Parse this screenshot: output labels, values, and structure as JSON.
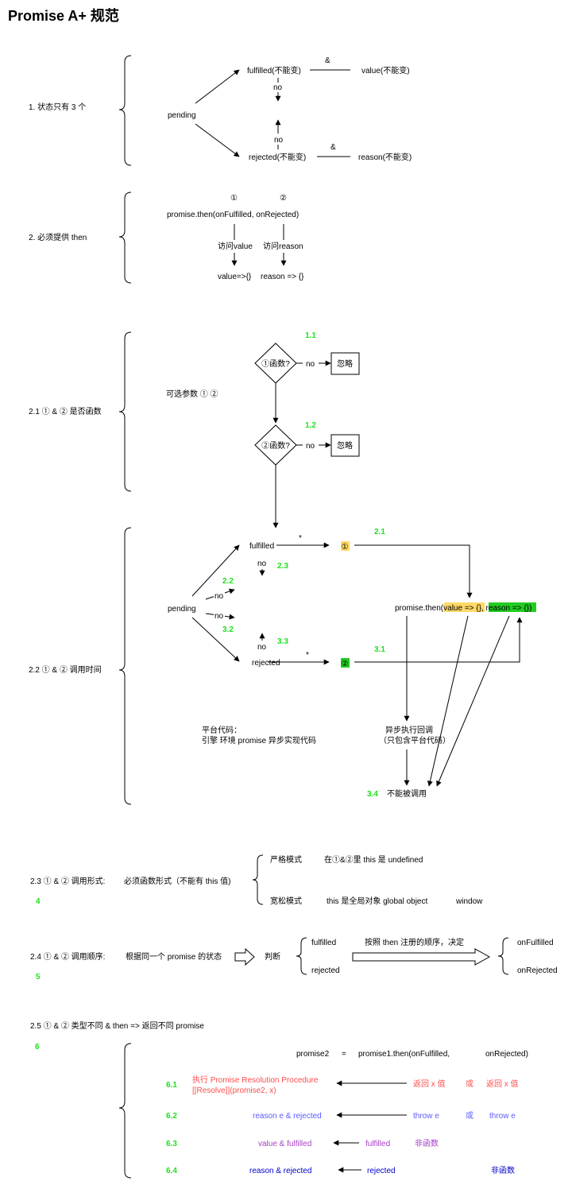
{
  "title": "Promise A+ 规范",
  "s1": {
    "label": "1. 状态只有 3 个",
    "pending": "pending",
    "fulfilled": "fulfilled(不能变)",
    "rejected": "rejected(不能变)",
    "amp": "&",
    "value": "value(不能变)",
    "reason": "reason(不能变)",
    "no": "no"
  },
  "s2": {
    "label": "2. 必须提供 then",
    "c1": "①",
    "c2": "②",
    "then": "promise.then(onFulfilled, onRejected)",
    "visit_value": "访问value",
    "visit_reason": "访问reason",
    "value_fn": "value=>{}",
    "reason_fn": "reason => {}"
  },
  "s21": {
    "label": "2.1 ① & ② 是否函数",
    "optional": "可选参数 ① ②",
    "n11": "1.1",
    "n12": "1.2",
    "d1": "①函数?",
    "d2": "②函数?",
    "no": "no",
    "ignore": "忽略"
  },
  "s22": {
    "label": "2.2 ① & ② 调用时间",
    "pending": "pending",
    "fulfilled": "fulfilled",
    "rejected": "rejected",
    "no": "no",
    "star": "*",
    "n21": "2.1",
    "n22": "2.2",
    "n23": "2.3",
    "n31": "3.1",
    "n32": "3.2",
    "n33": "3.3",
    "n34": "3.4",
    "c1": "①",
    "c2": "②",
    "then_prefix": "promise.then(",
    "then_value": "value => {}",
    "then_sep": ", ",
    "then_reason": "reason => {}",
    "then_suffix": ")",
    "platform1": "平台代码：",
    "platform2": "引擎 环境 promise 异步实现代码",
    "async1": "异步执行回调",
    "async2": "（只包含平台代码）",
    "cannot": "不能被调用"
  },
  "s23": {
    "label": "2.3 ① & ② 调用形式:",
    "rule": "必须函数形式（不能有 this 值)",
    "num": "4",
    "strict": "严格模式",
    "strict_desc": "在①&②里 this 是 undefined",
    "loose": "宽松模式",
    "loose_desc": "this 是全局对象 global object",
    "window": "window"
  },
  "s24": {
    "label": "2.4 ① & ② 调用顺序:",
    "rule": "根据同一个 promise 的状态",
    "judge": "判断",
    "num": "5",
    "fulfilled": "fulfilled",
    "rejected": "rejected",
    "order": "按照 then 注册的顺序，决定",
    "onFulfilled": "onFulfilled",
    "onRejected": "onRejected"
  },
  "s25": {
    "label": "2.5 ① & ② 类型不同 & then => 返回不同 promise",
    "num": "6",
    "header": [
      "promise2",
      "=",
      "promise1.then(onFulfilled,",
      "onRejected)"
    ],
    "r61": {
      "num": "6.1",
      "left1": "执行 Promise Resolution Procedure",
      "left2": "[[Resolve]](promise2, x)",
      "a": "返回 x 值",
      "or": "或",
      "b": "返回 x 值"
    },
    "r62": {
      "num": "6.2",
      "left": "reason e  &  rejected",
      "a": "throw e",
      "or": "或",
      "b": "throw e"
    },
    "r63": {
      "num": "6.3",
      "left": "value    &  fulfilled",
      "a": "fulfilled",
      "b": "非函数"
    },
    "r64": {
      "num": "6.4",
      "left": "reason      &  rejected",
      "a": "rejected",
      "b": "非函数"
    }
  },
  "colors": {
    "green_label": "#1ee01e",
    "value_highlight": "#ffd966",
    "reason_highlight": "#22cc22",
    "red_text": "#ff4d4d",
    "blue_text": "#5b5bff",
    "purple_text": "#a640c8",
    "navy_text": "#0000cc"
  }
}
